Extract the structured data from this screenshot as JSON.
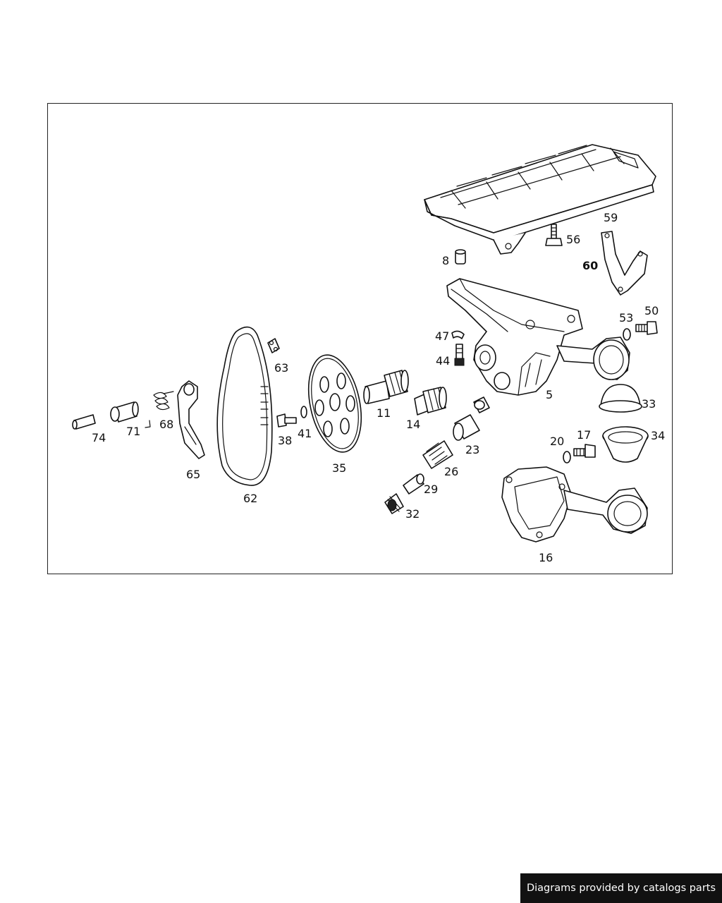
{
  "diagram": {
    "part_labels": {
      "p5": "5",
      "p8": "8",
      "p11": "11",
      "p14": "14",
      "p16": "16",
      "p17": "17",
      "p20": "20",
      "p23": "23",
      "p26": "26",
      "p29": "29",
      "p32": "32",
      "p33": "33",
      "p34": "34",
      "p35": "35",
      "p38": "38",
      "p41": "41",
      "p44": "44",
      "p47": "47",
      "p50": "50",
      "p53": "53",
      "p56": "56",
      "p59": "59",
      "p60": "60",
      "p62": "62",
      "p63": "63",
      "p65": "65",
      "p68": "68",
      "p71": "71",
      "p74": "74"
    }
  },
  "footer": {
    "credit": "Diagrams provided by catalogs parts"
  }
}
